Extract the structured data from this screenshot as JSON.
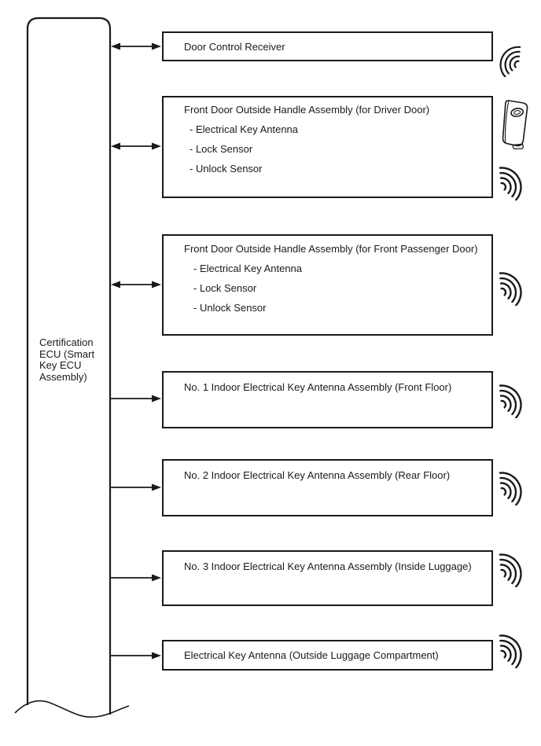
{
  "ecu": {
    "label": "Certification\nECU (Smart\nKey ECU\nAssembly)"
  },
  "nodes": [
    {
      "title": "Door Control Receiver"
    },
    {
      "title": "Front Door Outside Handle Assembly (for Driver Door)",
      "items": [
        "- Electrical Key Antenna",
        "- Lock Sensor",
        "- Unlock Sensor"
      ]
    },
    {
      "title": "Front Door Outside Handle Assembly (for Front Passenger Door)",
      "items": [
        "- Electrical Key Antenna",
        "- Lock Sensor",
        "- Unlock Sensor"
      ]
    },
    {
      "title": "No. 1 Indoor Electrical Key Antenna Assembly (Front Floor)"
    },
    {
      "title": "No. 2 Indoor Electrical Key Antenna Assembly (Rear Floor)"
    },
    {
      "title": "No. 3 Indoor Electrical Key Antenna Assembly (Inside Luggage)"
    },
    {
      "title": "Electrical Key Antenna (Outside Luggage Compartment)"
    }
  ],
  "connections": [
    {
      "from": "ecu",
      "to": "Door Control Receiver",
      "type": "bidirectional"
    },
    {
      "from": "ecu",
      "to": "Front Door Outside Handle Assembly (for Driver Door)",
      "type": "bidirectional"
    },
    {
      "from": "ecu",
      "to": "Front Door Outside Handle Assembly (for Front Passenger Door)",
      "type": "bidirectional"
    },
    {
      "from": "ecu",
      "to": "No. 1 Indoor Electrical Key Antenna Assembly (Front Floor)",
      "type": "one-way"
    },
    {
      "from": "ecu",
      "to": "No. 2 Indoor Electrical Key Antenna Assembly (Rear Floor)",
      "type": "one-way"
    },
    {
      "from": "ecu",
      "to": "No. 3 Indoor Electrical Key Antenna Assembly (Inside Luggage)",
      "type": "one-way"
    },
    {
      "from": "ecu",
      "to": "Electrical Key Antenna (Outside Luggage Compartment)",
      "type": "one-way"
    }
  ],
  "icons": {
    "receive": "radio-waves-receive-icon",
    "transmit": "radio-waves-transmit-icon",
    "fob": "smart-key-fob-icon"
  },
  "colors": {
    "line": "#1a1a1a",
    "background": "#ffffff"
  }
}
